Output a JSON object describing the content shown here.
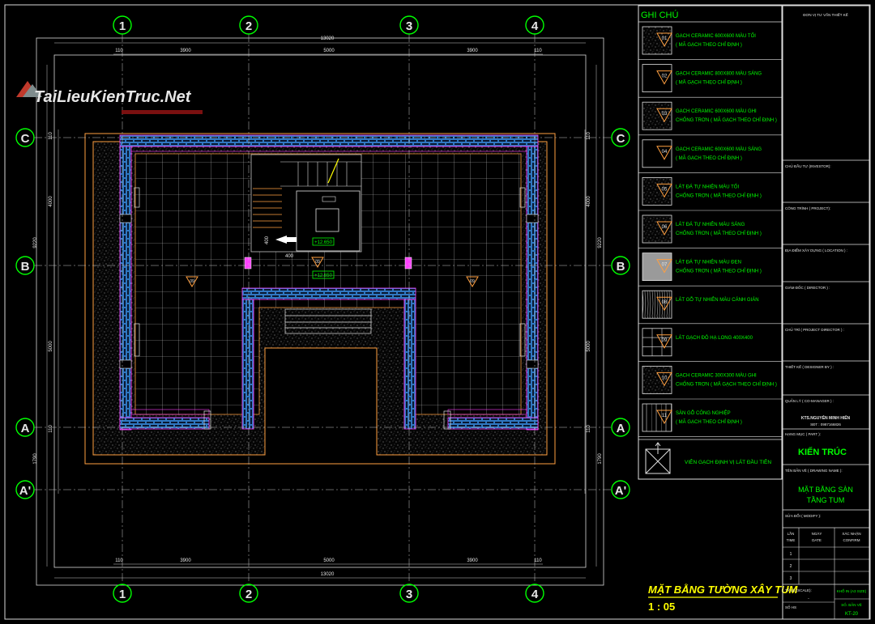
{
  "watermark": {
    "text": "TaiLieuKienTruc.Net"
  },
  "grid": {
    "columns": [
      "1",
      "2",
      "3",
      "4"
    ],
    "rows": [
      "C",
      "B",
      "A",
      "A'"
    ],
    "top_dims": [
      "110",
      "3900",
      "5000",
      "3900",
      "110"
    ],
    "top_total": "13020",
    "bottom_dims": [
      "110",
      "3900",
      "5000",
      "3900",
      "110"
    ],
    "bottom_total": "13020",
    "left_dims": [
      "110",
      "9220",
      "4000",
      "5000",
      "110",
      "1790"
    ],
    "right_dims": [
      "110",
      "9220",
      "4000",
      "5000",
      "110",
      "1790"
    ]
  },
  "plan": {
    "dim_400_a": "400",
    "dim_400_b": "400",
    "level_1": "+12.650",
    "level_2": "+12.650",
    "tile_tag_left": "09",
    "tile_tag_center": "09",
    "tile_tag_right": "09"
  },
  "drawing": {
    "title": "MẶT BẰNG TƯỜNG XÂY TUM",
    "scale": "1 : 05"
  },
  "legend": {
    "heading": "GHI CHÚ",
    "items": [
      {
        "code": "01",
        "line1": "GẠCH CERAMIC 600X600 MÀU TỐI",
        "line2": "( MÃ GẠCH THEO CHỈ ĐỊNH )"
      },
      {
        "code": "02",
        "line1": "GẠCH CERAMIC 800X800 MÀU SÁNG",
        "line2": "( MÃ GẠCH THEO CHỈ ĐỊNH )"
      },
      {
        "code": "03",
        "line1": "GẠCH CERAMIC 600X600 MÀU GHI",
        "line2": "CHỐNG TRƠN ( MÃ GẠCH THEO CHỈ ĐỊNH )"
      },
      {
        "code": "04",
        "line1": "GẠCH CERAMIC 600X600 MÀU SÁNG",
        "line2": "( MÃ GẠCH THEO CHỈ ĐỊNH )"
      },
      {
        "code": "05",
        "line1": "LÁT ĐÁ TỰ NHIÊN MÀU TỐI",
        "line2": "CHỐNG TRƠN ( MÃ THEO CHỈ ĐỊNH )"
      },
      {
        "code": "06",
        "line1": "LÁT ĐÁ TỰ NHIÊN MÀU SÁNG",
        "line2": "CHỐNG TRƠN ( MÃ THEO CHỈ ĐỊNH )"
      },
      {
        "code": "07",
        "line1": "LÁT ĐÁ TỰ NHIÊN MÀU ĐEN",
        "line2": "CHỐNG TRƠN ( MÃ THEO CHỈ ĐỊNH )"
      },
      {
        "code": "08",
        "line1": "LÁT GỖ TỰ NHIÊN MÀU CÁNH GIÁN",
        "line2": ""
      },
      {
        "code": "09",
        "line1": "LÁT GẠCH ĐỎ HẠ LONG 400X400",
        "line2": ""
      },
      {
        "code": "10",
        "line1": "GẠCH CERAMIC 300X300 MÀU GHI",
        "line2": "CHỐNG TRƠN ( MÃ GẠCH THEO CHỈ ĐỊNH )"
      },
      {
        "code": "11",
        "line1": "SÀN GỖ CÔNG NGHIỆP",
        "line2": "( MÃ GẠCH THEO CHỈ ĐỊNH )"
      }
    ],
    "footer": "VIÊN GẠCH ĐỊNH VỊ LÁT ĐẦU TIÊN"
  },
  "titleblock": {
    "company": "ĐƠN VỊ TƯ VẤN THIẾT KẾ",
    "investor": "CHỦ ĐẦU TƯ (INVESTOR):",
    "project": "CÔNG TRÌNH ( PROJECT):",
    "location": "ĐỊA ĐIỂM XÂY DỰNG ( LOCATION ) :",
    "director": "GIÁM ĐỐC ( DIRECTOR ) :",
    "project_director": "CHỦ TRÌ ( PROJECT DIRECTOR ) :",
    "designer": "THIẾT KẾ ( DESIGNER BY ) :",
    "manager": "QUẢN LÝ ( CO-MANAGER ) :",
    "person": "KTS.NGUYỄN MINH HIẾN",
    "phone": "SĐT : 0987166826",
    "part_label": "HẠNG MỤC ( PART ):",
    "part_value": "KIẾN TRÚC",
    "drawing_name_label": "TÊN BẢN VẼ ( DRAWING NAME ):",
    "drawing_name_1": "MẶT BẰNG SÀN",
    "drawing_name_2": "TẦNG TUM",
    "modify_label": "SỬA ĐỔI ( MODIFY ):",
    "rev_col1": "LẦN",
    "rev_col1b": "TIME",
    "rev_col2": "NGÀY",
    "rev_col2b": "DATE",
    "rev_col3": "XÁC NHẬN",
    "rev_col3b": "CONFIRM",
    "rev_rows": [
      "1",
      "2",
      "3"
    ],
    "scale_label": "TỶ LỆ (SCALE):",
    "scale_value": "-",
    "file_no_label": "SỐ HS",
    "print_label": "KHỔ IN (A3 SIZE)",
    "sheet_label": "SỐ. BẢN VẼ",
    "sheet_value": "KT-20"
  },
  "colors": {
    "grid_circle": "#00ff00",
    "grid_line": "#c8c8c8",
    "wall_outline": "#ff9f40",
    "brick_fill": "#3fa0ff",
    "floor_tile": "#cfcfcf",
    "accent_magenta": "#ff40ff",
    "text_green": "#00ff00"
  }
}
